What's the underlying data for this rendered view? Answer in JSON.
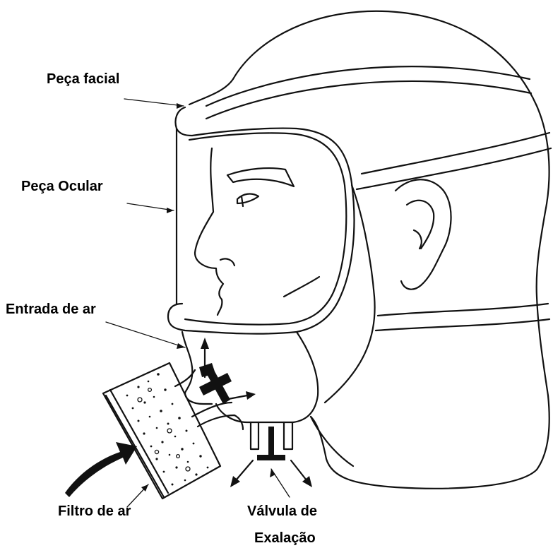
{
  "labels": {
    "face_piece": "Peça facial",
    "eye_piece": "Peça Ocular",
    "air_inlet": "Entrada de ar",
    "air_filter": "Filtro de ar",
    "exhalation_valve_line1": "Válvula de",
    "exhalation_valve_line2": "Exalação"
  },
  "colors": {
    "ink": "#111111",
    "background": "#ffffff"
  }
}
